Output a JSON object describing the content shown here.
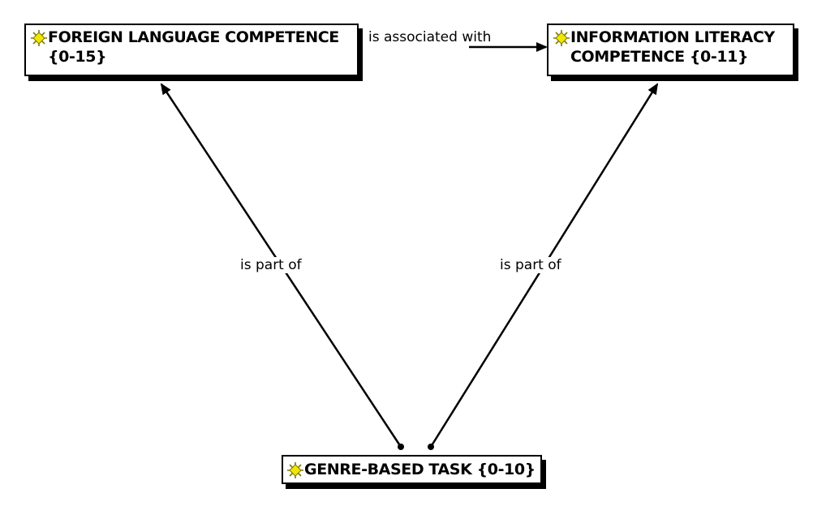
{
  "nodes": {
    "foreign_language": {
      "label": "FOREIGN LANGUAGE COMPETENCE\n{0-15}",
      "icon": "concept-diamond-icon"
    },
    "information_literacy": {
      "label": "INFORMATION LITERACY\nCOMPETENCE {0-11}",
      "icon": "concept-diamond-icon"
    },
    "genre_task": {
      "label": "GENRE-BASED TASK {0-10}",
      "icon": "concept-diamond-icon"
    }
  },
  "edges": {
    "associated": {
      "label": "is associated with",
      "from": "FOREIGN LANGUAGE COMPETENCE",
      "to": "INFORMATION LITERACY COMPETENCE"
    },
    "part_left": {
      "label": "is part of",
      "from": "GENRE-BASED TASK",
      "to": "FOREIGN LANGUAGE COMPETENCE"
    },
    "part_right": {
      "label": "is part of",
      "from": "GENRE-BASED TASK",
      "to": "INFORMATION LITERACY COMPETENCE"
    }
  },
  "colors": {
    "icon_fill": "#f2e600",
    "icon_stroke": "#7a7a00",
    "line": "#000000"
  }
}
